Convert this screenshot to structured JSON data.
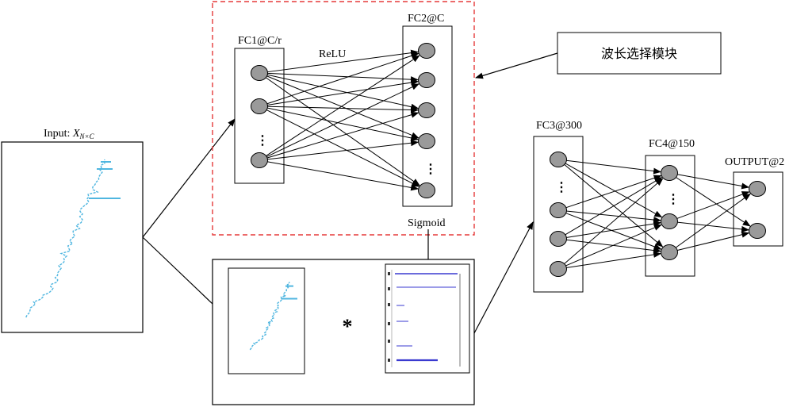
{
  "input": {
    "label_prefix": "Input: ",
    "label_var": "X",
    "label_sub": "N×C"
  },
  "fc1": {
    "label": "FC1@C/r"
  },
  "fc2": {
    "label": "FC2@C"
  },
  "relu": {
    "label": "ReLU"
  },
  "sigmoid": {
    "label": "Sigmoid"
  },
  "module": {
    "label": "波长选择模块"
  },
  "multiply": {
    "symbol": "*"
  },
  "fc3": {
    "label": "FC3@300"
  },
  "fc4": {
    "label": "FC4@150"
  },
  "output": {
    "label": "OUTPUT@2"
  },
  "ellipsis": "⋮",
  "colors": {
    "neuron_fill": "#9a9a9a",
    "dashed_box": "#e53a3a",
    "spectrum": "#4fb6e0",
    "weights_line": "#3a3ad0"
  }
}
